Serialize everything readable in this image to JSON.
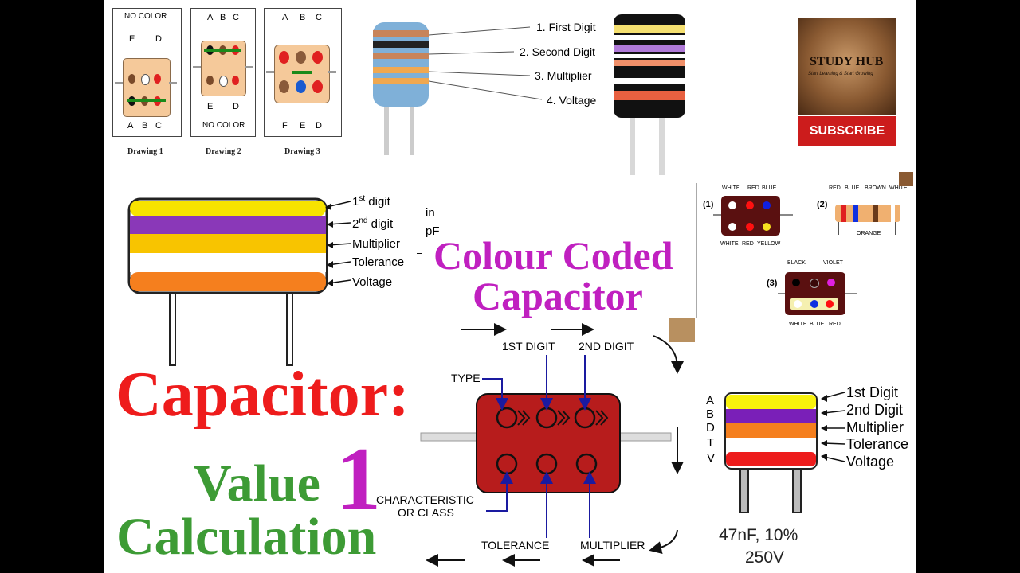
{
  "drawings": [
    {
      "top": [
        "NO COLOR"
      ],
      "top_letters": [
        "E",
        "D"
      ],
      "bottom_letters": [
        "A",
        "B",
        "C"
      ],
      "caption": "Drawing 1"
    },
    {
      "top_letters": [
        "A",
        "B",
        "C"
      ],
      "bottom_letters": [
        "E",
        "D"
      ],
      "bottom": [
        "NO COLOR"
      ],
      "caption": "Drawing 2"
    },
    {
      "top_letters": [
        "A",
        "B",
        "C"
      ],
      "bottom_letters": [
        "F",
        "E",
        "D"
      ],
      "caption": "Drawing 3"
    }
  ],
  "tubular": {
    "labels": [
      "1. First Digit",
      "2. Second Digit",
      "3. Multiplier",
      "4. Voltage"
    ]
  },
  "channel": {
    "logo_text": "STUDY HUB",
    "logo_tagline": "Start Learning & Start Growing",
    "subscribe_label": "SUBSCRIBE"
  },
  "dipped": {
    "labels": [
      "1st digit",
      "2nd digit",
      "Multiplier",
      "Tolerance",
      "Voltage"
    ],
    "unit_line1": "in",
    "unit_line2": "pF"
  },
  "examples": {
    "ex1_num": "(1)",
    "ex1_top": [
      "WHITE",
      "RED",
      "BLUE"
    ],
    "ex1_bottom": [
      "WHITE",
      "RED",
      "YELLOW"
    ],
    "ex2_num": "(2)",
    "ex2_top": [
      "RED",
      "BLUE",
      "BROWN",
      "WHITE"
    ],
    "ex2_bottom": "ORANGE",
    "ex3_num": "(3)",
    "ex3_top": [
      "BLACK",
      "VIOLET"
    ],
    "ex3_bottom": [
      "WHITE",
      "BLUE",
      "RED"
    ]
  },
  "titles": {
    "colour_coded_1": "Colour Coded",
    "colour_coded_2": "Capacitor",
    "capacitor": "Capacitor:",
    "value": "Value",
    "number": "1",
    "calculation": "Calculation"
  },
  "mica": {
    "first_digit": "1ST DIGIT",
    "second_digit": "2ND DIGIT",
    "type": "TYPE",
    "characteristic_1": "CHARACTERISTIC",
    "characteristic_2": "OR CLASS",
    "tolerance": "TOLERANCE",
    "multiplier": "MULTIPLIER"
  },
  "disc": {
    "letters": [
      "A",
      "B",
      "D",
      "T",
      "V"
    ],
    "labels": [
      "1st Digit",
      "2nd Digit",
      "Multiplier",
      "Tolerance",
      "Voltage"
    ],
    "value_line1": "47nF, 10%",
    "value_line2": "250V"
  },
  "colors": {
    "title_purple": "#c020c0",
    "title_red": "#ee1c1c",
    "title_green": "#3d9b35",
    "mica_body": "#b71c1c",
    "subscribe_red": "#cc1c1c"
  }
}
